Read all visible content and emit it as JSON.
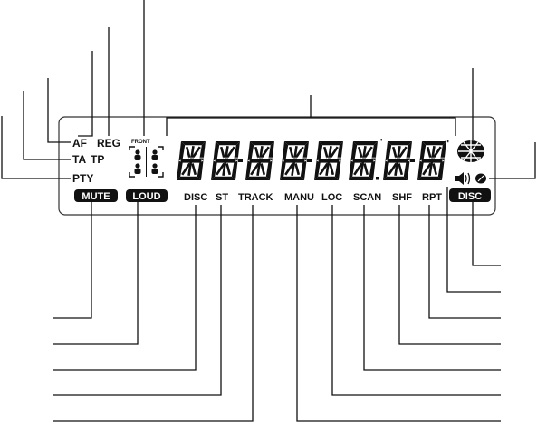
{
  "display": {
    "left_indicators": [
      "AF",
      "REG",
      "TA",
      "TP",
      "PTY"
    ],
    "front_label": "FRONT",
    "segment_digits": 8,
    "bottom_indicators": [
      "DISC",
      "ST",
      "TRACK",
      "MANU",
      "LOC",
      "SCAN",
      "SHF",
      "RPT"
    ],
    "badges": [
      "MUTE",
      "LOUD",
      "DISC"
    ]
  },
  "icons": [
    "speaker-layout-icon",
    "disc-icon",
    "volume-icon",
    "play-indicator-icon"
  ],
  "colors": {
    "ink": "#111111",
    "panel_border": "#333333"
  }
}
